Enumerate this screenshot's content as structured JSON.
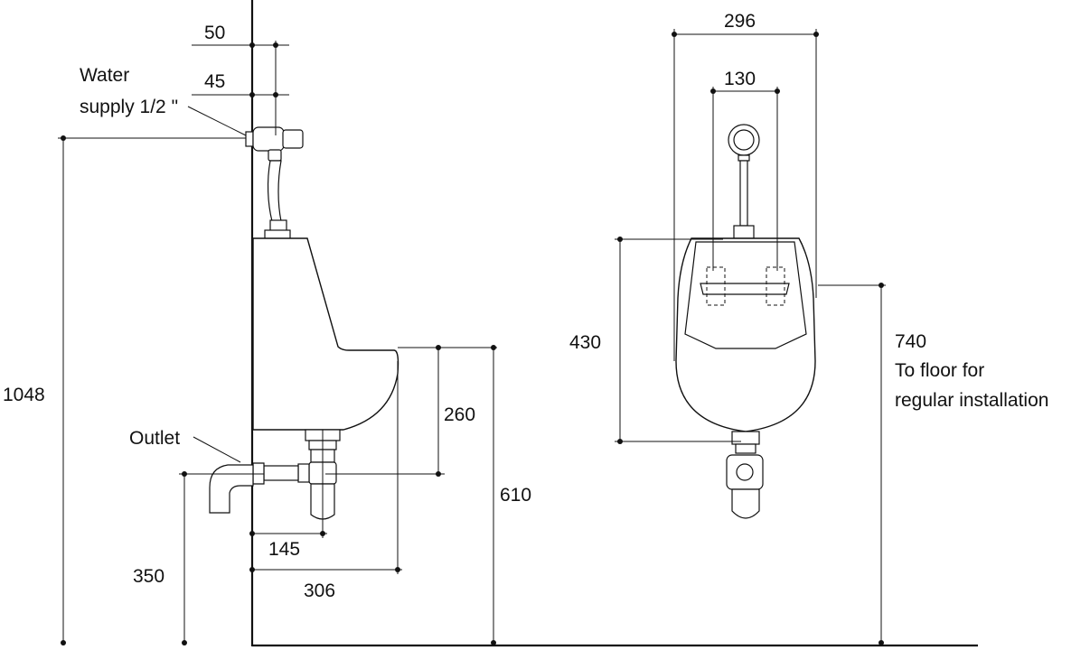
{
  "side_view": {
    "dim_top_offset": "50",
    "dim_supply_offset": "45",
    "water_supply_line1": "Water",
    "water_supply_line2": "supply 1/2 \"",
    "outlet_label": "Outlet",
    "dim_total_height": "1048",
    "dim_bowl_depth": "260",
    "dim_rim_height": "610",
    "dim_outlet_height": "350",
    "dim_outlet_projection": "145",
    "dim_projection": "306"
  },
  "front_view": {
    "dim_total_width": "296",
    "dim_inlet_spacing": "130",
    "dim_body_height": "430",
    "note_height": "740",
    "note_line1": "To floor for",
    "note_line2": "regular installation"
  }
}
